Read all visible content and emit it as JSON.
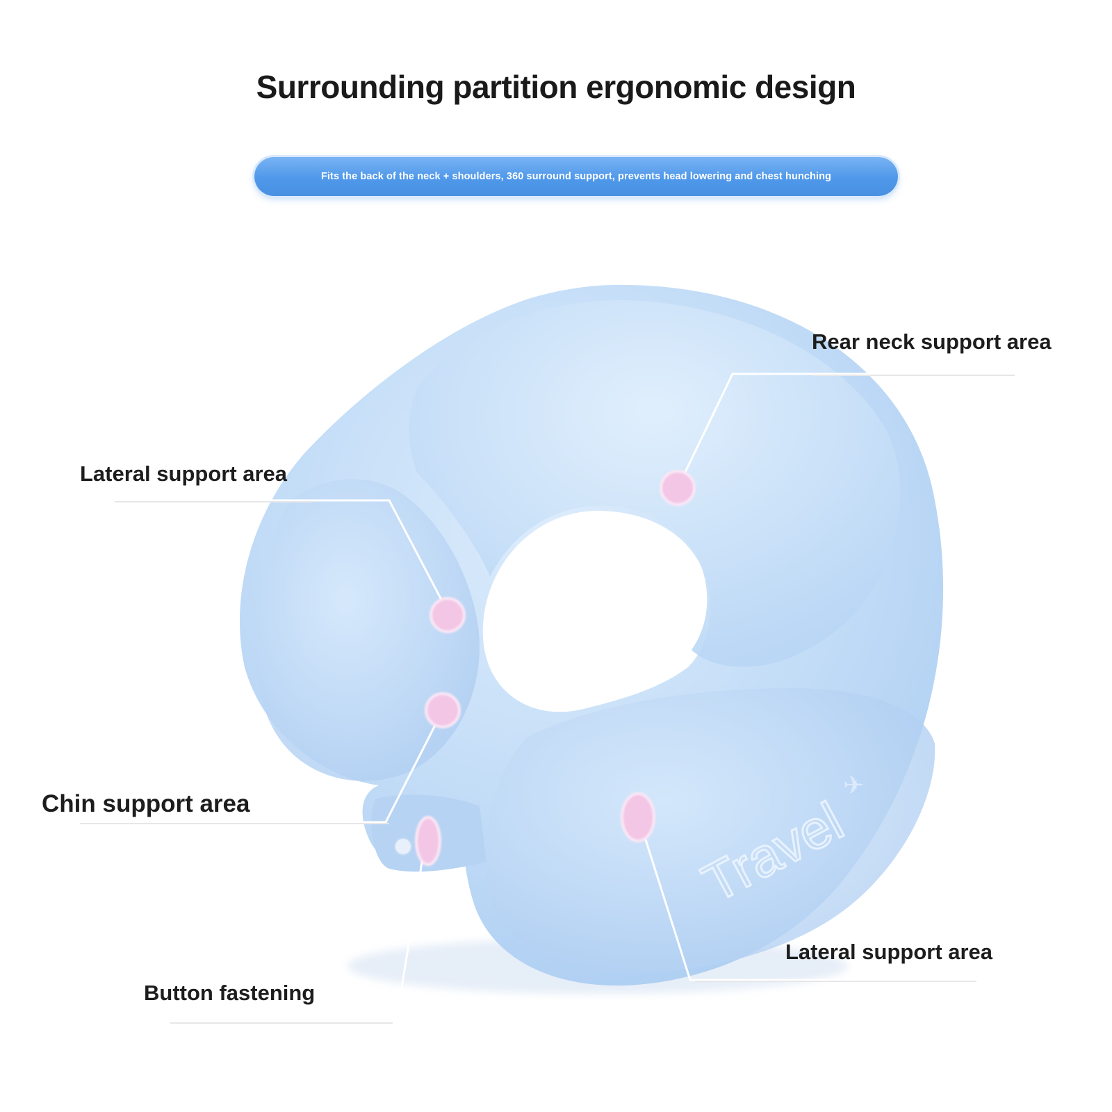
{
  "header": {
    "title": "Surrounding partition ergonomic design",
    "banner_text": "Fits the back of the neck + shoulders, 360 surround support, prevents head lowering and chest hunching"
  },
  "product": {
    "embroidery_text": "Travel",
    "pillow_color": "#bcd9f6",
    "marker_color": "#f1c4e4",
    "banner_color": "#4f98ea"
  },
  "callouts": {
    "rear_neck": "Rear neck support area",
    "lateral_left": "Lateral support area",
    "chin": "Chin support area",
    "button": "Button fastening",
    "lateral_right": "Lateral support area"
  }
}
